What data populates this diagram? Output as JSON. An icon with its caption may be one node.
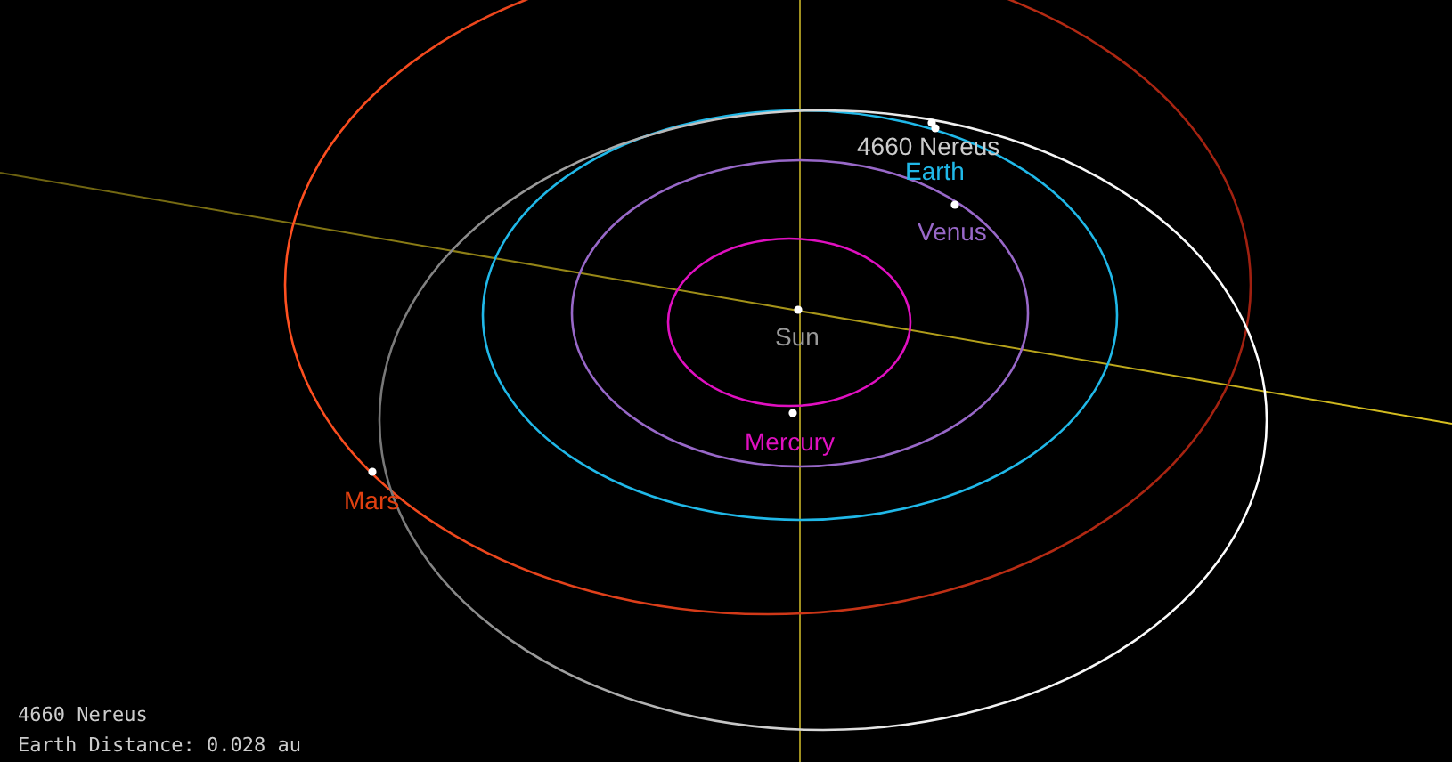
{
  "diagram": {
    "labels": [
      "4660 Nereus",
      "Earth",
      "Venus",
      "Sun",
      "Mercury",
      "Mars",
      "4660 Nereus",
      "Earth Distance: 0.028 au"
    ]
  }
}
